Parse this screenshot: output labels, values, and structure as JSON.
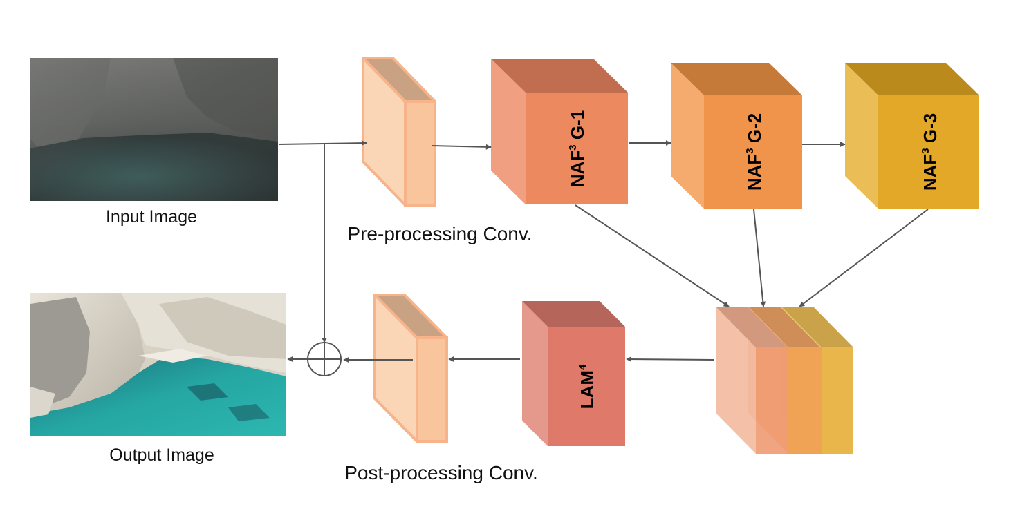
{
  "captions": {
    "input_image": "Input Image",
    "output_image": "Output Image",
    "pre_conv": "Pre-processing Conv.",
    "post_conv": "Post-processing Conv."
  },
  "blocks": {
    "naf_g1": {
      "main": "NAF",
      "sup": "3",
      "suffix": " G-1"
    },
    "naf_g2": {
      "main": "NAF",
      "sup": "3",
      "suffix": " G-2"
    },
    "naf_g3": {
      "main": "NAF",
      "sup": "3",
      "suffix": " G-3"
    },
    "lam": {
      "main": "LAM",
      "sup": "4",
      "suffix": ""
    }
  },
  "colors": {
    "conv_face": "#f9c59c",
    "conv_side": "#fbd6b6",
    "conv_top": "#c9a283",
    "conv_border": "#f7b48a",
    "naf1_front": "#ec895f",
    "naf1_side": "#f0a081",
    "naf1_top": "#c06e4f",
    "naf2_front": "#f0944b",
    "naf2_side": "#f4ab6d",
    "naf2_top": "#c67a3a",
    "naf3_front": "#e4a829",
    "naf3_side": "#ebbd57",
    "naf3_top": "#bb8a1c",
    "lam_front": "#df7a6b",
    "lam_side": "#e5998d",
    "lam_top": "#b5655a",
    "arrow": "#555555"
  }
}
